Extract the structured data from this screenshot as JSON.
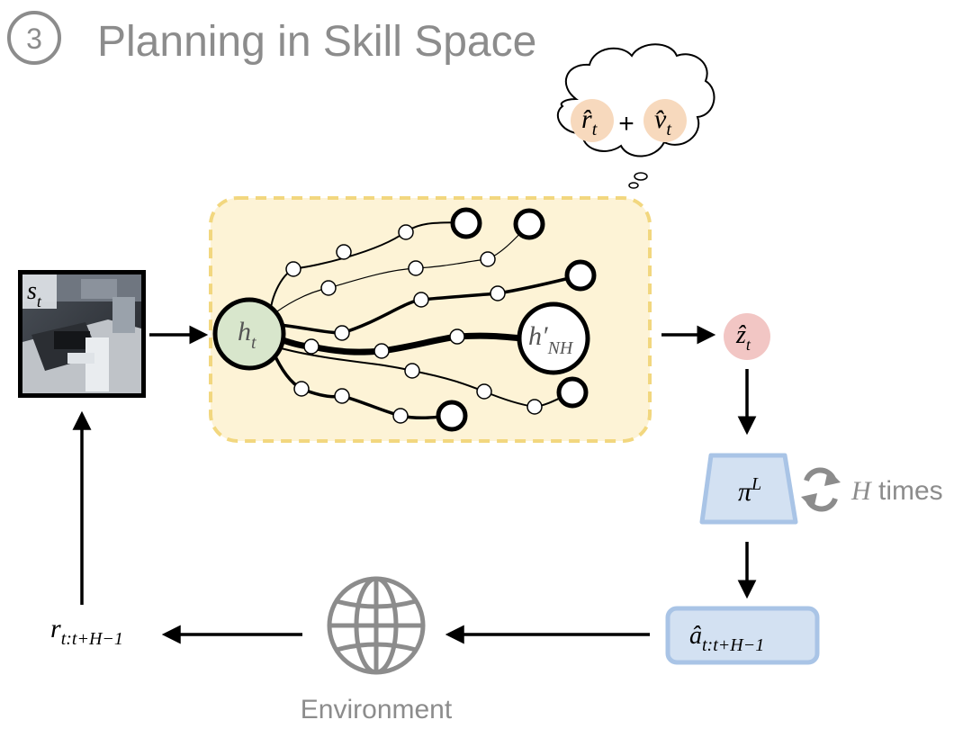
{
  "title": {
    "step_number": "3",
    "text": "Planning in Skill Space"
  },
  "state": {
    "symbol": "s",
    "subscript": "t"
  },
  "planner": {
    "start_node": {
      "symbol": "h",
      "subscript": "t"
    },
    "end_node": {
      "symbol": "h′",
      "subscript": "NH"
    }
  },
  "thought_bubble": {
    "reward": {
      "symbol": "r̂",
      "subscript": "t"
    },
    "plus": "+",
    "value": {
      "symbol": "v̂",
      "subscript": "t"
    }
  },
  "skill_latent": {
    "symbol": "ẑ",
    "subscript": "t"
  },
  "low_level_policy": {
    "symbol": "π",
    "superscript": "L",
    "repeat_symbol": "H",
    "repeat_text": " times"
  },
  "actions": {
    "symbol": "â",
    "subscript": "t:t+H−1"
  },
  "environment": {
    "label": "Environment",
    "icon": "globe-icon"
  },
  "rewards": {
    "symbol": "r",
    "subscript": "t:t+H−1"
  },
  "colors": {
    "start_node": "#d8e6cc",
    "skill_latent": "#f2c6c4",
    "bubble_terms": "#f7d9bd",
    "planner_fill": "#fdf3d6",
    "planner_border": "#f2d77f",
    "policy_fill": "#d3e1f2",
    "policy_border": "#a9c4e6",
    "gray_text": "#8c8c8c"
  }
}
